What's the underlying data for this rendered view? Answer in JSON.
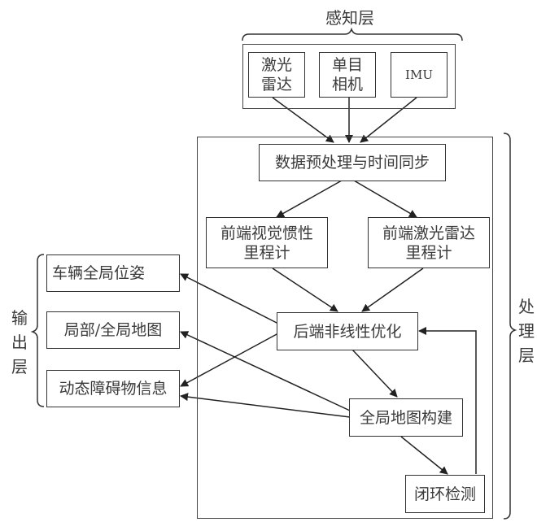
{
  "layers": {
    "perception": {
      "title": "感知层",
      "sensors": [
        {
          "label": "激光\n雷达"
        },
        {
          "label": "单目\n相机"
        },
        {
          "label": "IMU"
        }
      ]
    },
    "processing": {
      "title": "处\n理\n层",
      "nodes": {
        "preprocess": "数据预处理与时间同步",
        "vio": "前端视觉惯性\n里程计",
        "lio": "前端激光雷达\n里程计",
        "backend": "后端非线性优化",
        "mapping": "全局地图构建",
        "loop": "闭环检测"
      }
    },
    "output": {
      "title": "输\n出\n层",
      "items": [
        {
          "label": "车辆全局位姿"
        },
        {
          "label": "局部/全局地图"
        },
        {
          "label": "动态障碍物信息"
        }
      ]
    }
  },
  "edges": [
    {
      "from": "激光雷达",
      "to": "数据预处理与时间同步"
    },
    {
      "from": "单目相机",
      "to": "数据预处理与时间同步"
    },
    {
      "from": "IMU",
      "to": "数据预处理与时间同步"
    },
    {
      "from": "数据预处理与时间同步",
      "to": "前端视觉惯性里程计"
    },
    {
      "from": "数据预处理与时间同步",
      "to": "前端激光雷达里程计"
    },
    {
      "from": "前端视觉惯性里程计",
      "to": "后端非线性优化"
    },
    {
      "from": "前端激光雷达里程计",
      "to": "后端非线性优化"
    },
    {
      "from": "后端非线性优化",
      "to": "全局地图构建"
    },
    {
      "from": "全局地图构建",
      "to": "闭环检测"
    },
    {
      "from": "闭环检测",
      "to": "后端非线性优化"
    },
    {
      "from": "后端非线性优化",
      "to": "车辆全局位姿"
    },
    {
      "from": "后端非线性优化",
      "to": "动态障碍物信息"
    },
    {
      "from": "全局地图构建",
      "to": "局部/全局地图"
    },
    {
      "from": "全局地图构建",
      "to": "动态障碍物信息"
    }
  ]
}
